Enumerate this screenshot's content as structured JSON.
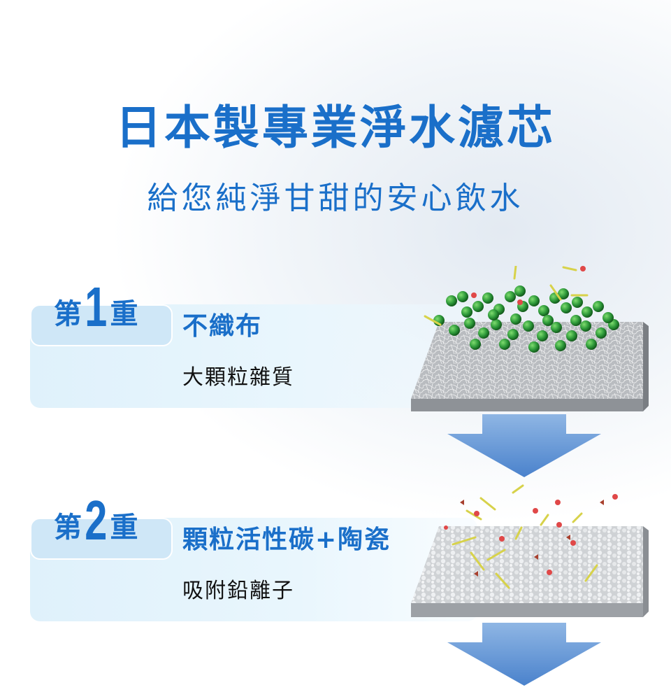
{
  "header": {
    "title": "日本製專業淨水濾芯",
    "subtitle": "給您純淨甘甜的安心飲水"
  },
  "stages": [
    {
      "prefix": "第",
      "number": "1",
      "suffix": "重",
      "name": "不織布",
      "description": "大顆粒雜質"
    },
    {
      "prefix": "第",
      "number": "2",
      "suffix": "重",
      "name": "顆粒活性碳+陶瓷",
      "description": "吸附鉛離子"
    }
  ],
  "colors": {
    "brand_blue": "#1a6fc9",
    "card_bg": "#dff1fb",
    "arrow_blue": "#5a8fd2",
    "particle_green": "#2e9a3a",
    "particle_red": "#e04848"
  },
  "icons": [
    "down-arrow-icon"
  ]
}
